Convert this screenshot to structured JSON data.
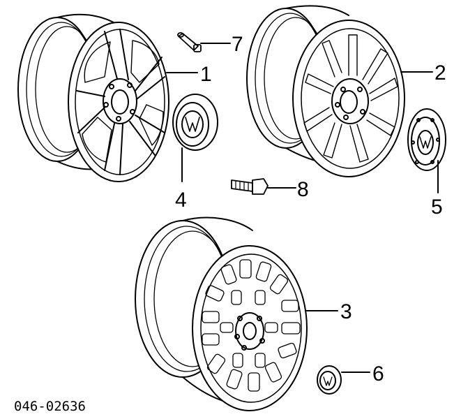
{
  "diagram": {
    "part_number": "046-02636",
    "callouts": [
      {
        "id": "wheel-five-spoke",
        "label": "1"
      },
      {
        "id": "wheel-multi-spoke",
        "label": "2"
      },
      {
        "id": "wheel-lattice",
        "label": "3"
      },
      {
        "id": "center-cap-large",
        "label": "4"
      },
      {
        "id": "hub-cover",
        "label": "5"
      },
      {
        "id": "center-cap-small",
        "label": "6"
      },
      {
        "id": "valve-stem",
        "label": "7"
      },
      {
        "id": "wheel-bolt",
        "label": "8"
      }
    ],
    "colors": {
      "ink": "#000000",
      "paper": "#ffffff"
    }
  }
}
